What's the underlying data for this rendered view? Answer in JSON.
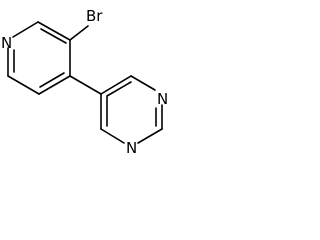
{
  "atoms": {
    "pyridine_n": "N",
    "bromine": "Br",
    "pyrimidine_n1": "N",
    "pyrimidine_n3": "N"
  }
}
